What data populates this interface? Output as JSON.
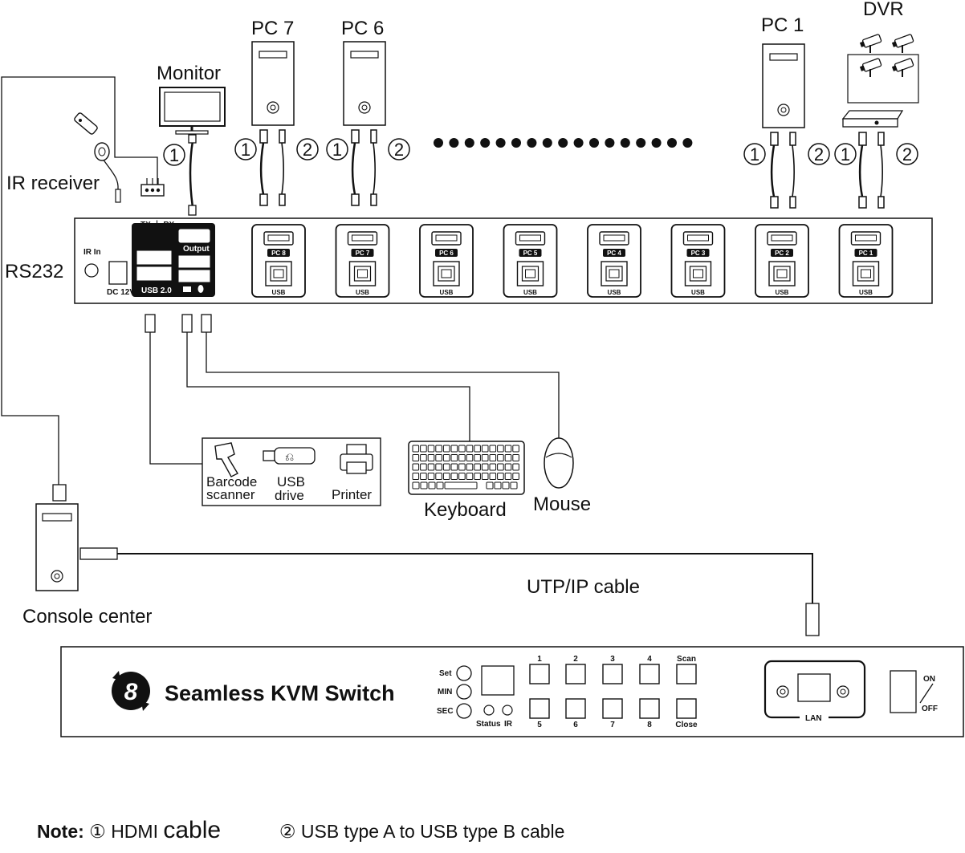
{
  "labels": {
    "monitor": "Monitor",
    "pc7": "PC 7",
    "pc6": "PC 6",
    "pc1": "PC 1",
    "dvr": "DVR",
    "ir_receiver": "IR receiver",
    "rs232": "RS232",
    "barcode_line1": "Barcode",
    "barcode_line2": "scanner",
    "usb_line1": "USB",
    "usb_line2": "drive",
    "printer": "Printer",
    "keyboard": "Keyboard",
    "mouse": "Mouse",
    "console_center": "Console center",
    "utp_cable": "UTP/IP cable",
    "cable_num_1": "1",
    "cable_num_2": "2"
  },
  "rear_panel": {
    "ir_in": "IR In",
    "tx_rx": "TX ⏚ RX",
    "dc": "DC 12V",
    "output": "Output",
    "usb20": "USB 2.0",
    "usb": "USB",
    "ports": [
      "PC 8",
      "PC 7",
      "PC 6",
      "PC 5",
      "PC 4",
      "PC 3",
      "PC 2",
      "PC 1"
    ]
  },
  "front_panel": {
    "brand_logo": "8",
    "title": "Seamless KVM Switch",
    "set": "Set",
    "min": "MIN",
    "sec": "SEC",
    "status": "Status",
    "ir": "IR",
    "top_buttons": [
      "1",
      "2",
      "3",
      "4",
      "Scan"
    ],
    "bottom_buttons": [
      "5",
      "6",
      "7",
      "8",
      "Close"
    ],
    "lan": "LAN",
    "on": "ON",
    "off": "OFF"
  },
  "note": {
    "title": "Note:",
    "n1": "①",
    "hdmi": "HDMI",
    "cable": "cable",
    "n2": "②",
    "usb_text": "USB type A to USB type B cable"
  }
}
